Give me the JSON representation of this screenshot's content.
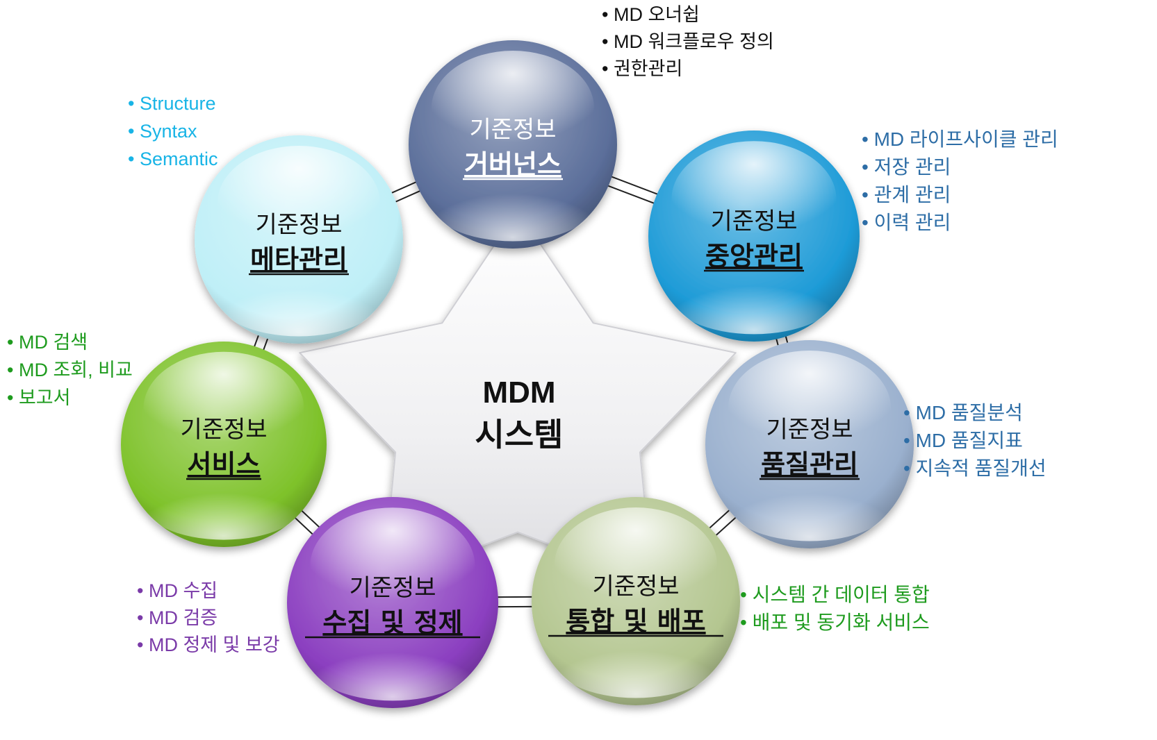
{
  "center": {
    "title": "MDM",
    "subtitle": "시스템"
  },
  "nodes": [
    {
      "title": "기준정보",
      "subtitle": "거버넌스",
      "color": "#5B6E9A",
      "text_color": "#ffffff",
      "bullet_color": "#111111",
      "bullets": [
        "• MD 오너쉽",
        "• MD 워크플로우 정의",
        "• 권한관리"
      ]
    },
    {
      "title": "기준정보",
      "subtitle": "중앙관리",
      "color": "#1E9BD7",
      "text_color": "#111111",
      "bullet_color": "#2D6DA6",
      "bullets": [
        "• MD 라이프사이클 관리",
        "• 저장 관리",
        "• 관계 관리",
        "• 이력 관리"
      ]
    },
    {
      "title": "기준정보",
      "subtitle": "품질관리",
      "color": "#9AB0CE",
      "text_color": "#111111",
      "bullet_color": "#2D6DA6",
      "bullets": [
        "•  MD 품질분석",
        "•  MD 품질지표",
        "•  지속적 품질개선"
      ]
    },
    {
      "title": "기준정보",
      "subtitle": "통합 및 배포",
      "color": "#B4C690",
      "text_color": "#111111",
      "bullet_color": "#1E9B1E",
      "bullets": [
        "• 시스템 간 데이터 통합",
        "• 배포 및 동기화 서비스"
      ]
    },
    {
      "title": "기준정보",
      "subtitle": "수집 및 정제",
      "color": "#8B3FC0",
      "text_color": "#111111",
      "bullet_color": "#7A3AA8",
      "bullets": [
        "• MD 수집",
        "• MD 검증",
        "• MD 정제 및 보강"
      ]
    },
    {
      "title": "기준정보",
      "subtitle": "서비스",
      "color": "#7EC22A",
      "text_color": "#111111",
      "bullet_color": "#1E9B1E",
      "bullets": [
        "• MD 검색",
        "• MD 조회, 비교",
        "• 보고서"
      ]
    },
    {
      "title": "기준정보",
      "subtitle": "메타관리",
      "color": "#BFEFF7",
      "text_color": "#111111",
      "bullet_color": "#18B4E6",
      "bullets": [
        "• Structure",
        "• Syntax",
        "• Semantic"
      ]
    }
  ]
}
